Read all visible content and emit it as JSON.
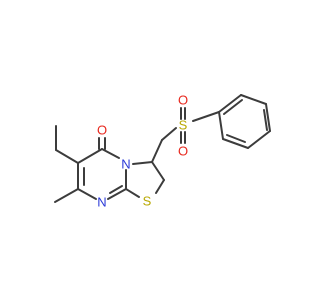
{
  "molecule": {
    "bond_color": "#3c3c3c",
    "atoms": [
      {
        "id": "O_carbonyl",
        "label": "O",
        "color": "#e8281e"
      },
      {
        "id": "N_ring",
        "label": "N",
        "color": "#2b3ad8"
      },
      {
        "id": "N_imine",
        "label": "N",
        "color": "#2b3ad8"
      },
      {
        "id": "S_ring",
        "label": "S",
        "color": "#b8a800"
      },
      {
        "id": "S_sulfonyl",
        "label": "S",
        "color": "#b8a800"
      },
      {
        "id": "O_sulfonyl_top",
        "label": "O",
        "color": "#e8281e"
      },
      {
        "id": "O_sulfonyl_bottom",
        "label": "O",
        "color": "#e8281e"
      }
    ]
  }
}
